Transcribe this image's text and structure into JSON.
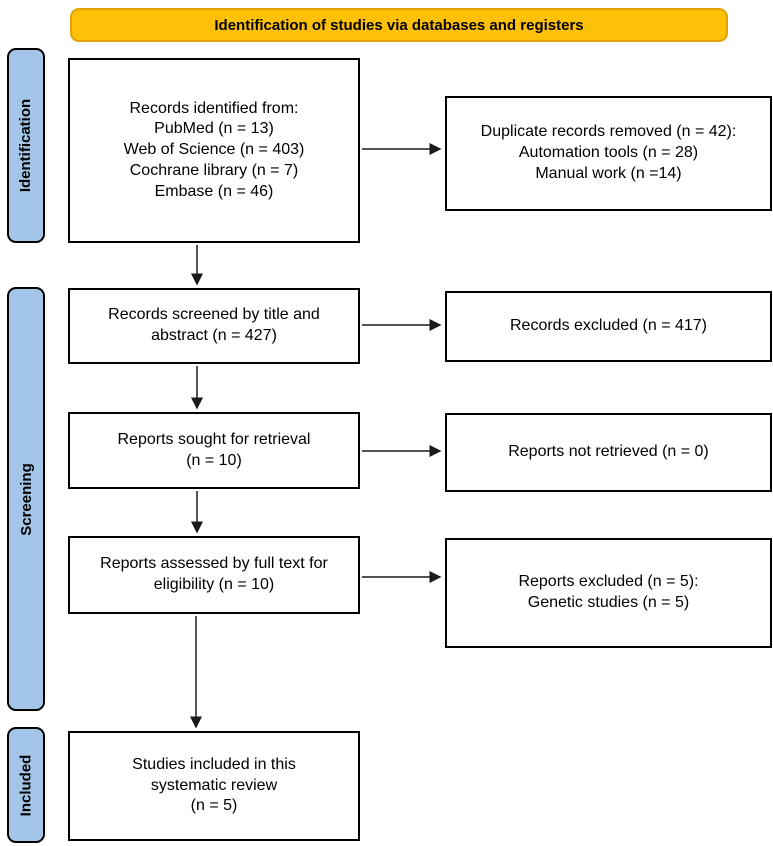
{
  "banner": {
    "title": "Identification of studies via databases and registers"
  },
  "sidebar": {
    "identification_label": "Identification",
    "screening_label": "Screening",
    "included_label": "Included"
  },
  "flow": {
    "records_identified": "Records identified from:\nPubMed (n = 13)\nWeb of Science (n = 403)\nCochrane library (n = 7)\nEmbase (n = 46)",
    "duplicates_removed": "Duplicate records removed (n = 42):\nAutomation tools (n = 28)\nManual work (n =14)",
    "records_screened": "Records screened by title and\nabstract (n = 427)",
    "records_excluded": "Records excluded (n = 417)",
    "reports_sought": "Reports sought for retrieval\n(n = 10)",
    "reports_not_retrieved": "Reports not retrieved (n = 0)",
    "reports_assessed": "Reports assessed by full text for\neligibility (n = 10)",
    "reports_excluded": "Reports excluded (n = 5):\nGenetic studies (n = 5)",
    "studies_included": "Studies included in this\nsystematic review\n(n = 5)"
  },
  "colors": {
    "banner_fill": "#FFC008",
    "banner_border": "#E3A008",
    "stage_fill": "#A3C6E8",
    "box_border": "#000000",
    "arrow_color": "#1a1a1a"
  }
}
